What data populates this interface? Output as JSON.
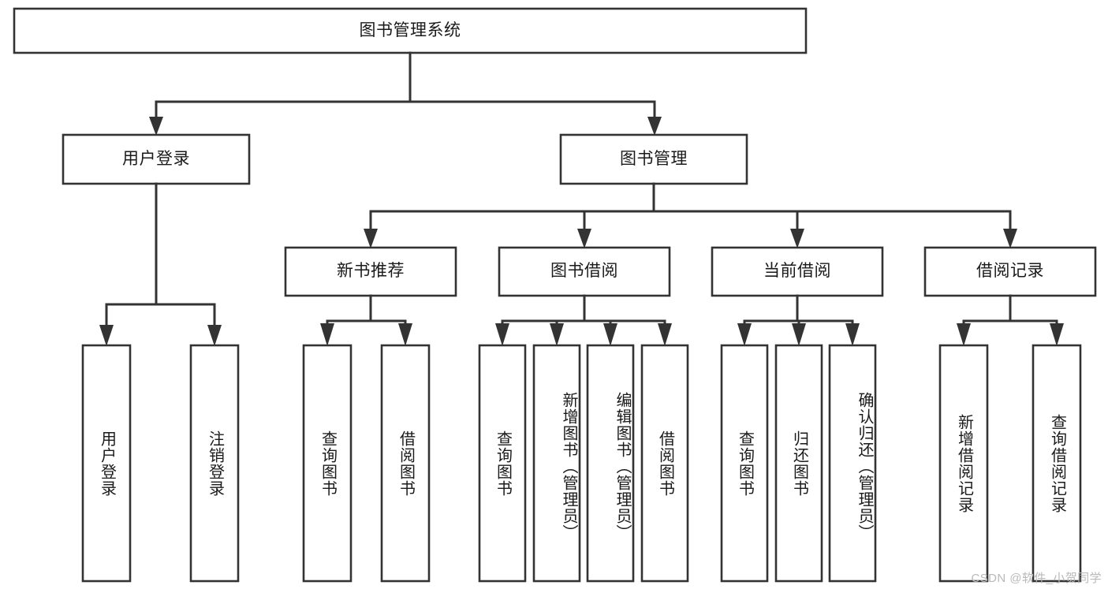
{
  "diagram": {
    "title": "图书管理系统",
    "type": "tree-hierarchy",
    "orientation": "top-down",
    "colors": {
      "background": "#ffffff",
      "box_fill": "#ffffff",
      "box_stroke": "#333333",
      "text": "#1a1a1a",
      "watermark": "#b9b9b9"
    },
    "watermark": "CSDN @软件_小贺同学"
  },
  "nodes": {
    "root": {
      "label": "图书管理系统",
      "level": 0
    },
    "level1": [
      {
        "id": "user-login",
        "label": "用户登录"
      },
      {
        "id": "book-manage",
        "label": "图书管理"
      }
    ],
    "level2": [
      {
        "id": "new-book-recommend",
        "label": "新书推荐",
        "parent": "book-manage"
      },
      {
        "id": "book-borrow",
        "label": "图书借阅",
        "parent": "book-manage"
      },
      {
        "id": "current-borrow",
        "label": "当前借阅",
        "parent": "book-manage"
      },
      {
        "id": "borrow-record",
        "label": "借阅记录",
        "parent": "book-manage"
      }
    ],
    "leaves": [
      {
        "id": "leaf-user-login",
        "label": "用户登录",
        "parent": "user-login"
      },
      {
        "id": "leaf-logout",
        "label": "注销登录",
        "parent": "user-login"
      },
      {
        "id": "leaf-query-book-1",
        "label": "查询图书",
        "parent": "new-book-recommend"
      },
      {
        "id": "leaf-borrow-book-1",
        "label": "借阅图书",
        "parent": "new-book-recommend"
      },
      {
        "id": "leaf-query-book-2",
        "label": "查询图书",
        "parent": "book-borrow"
      },
      {
        "id": "leaf-add-book",
        "label": "新增图书（管理员）",
        "parent": "book-borrow"
      },
      {
        "id": "leaf-edit-book",
        "label": "编辑图书（管理员）",
        "parent": "book-borrow"
      },
      {
        "id": "leaf-borrow-book-2",
        "label": "借阅图书",
        "parent": "book-borrow"
      },
      {
        "id": "leaf-query-book-3",
        "label": "查询图书",
        "parent": "current-borrow"
      },
      {
        "id": "leaf-return-book",
        "label": "归还图书",
        "parent": "current-borrow"
      },
      {
        "id": "leaf-confirm-return",
        "label": "确认归还（管理员）",
        "parent": "current-borrow"
      },
      {
        "id": "leaf-add-record",
        "label": "新增借阅记录",
        "parent": "borrow-record"
      },
      {
        "id": "leaf-query-record",
        "label": "查询借阅记录",
        "parent": "borrow-record"
      }
    ]
  }
}
